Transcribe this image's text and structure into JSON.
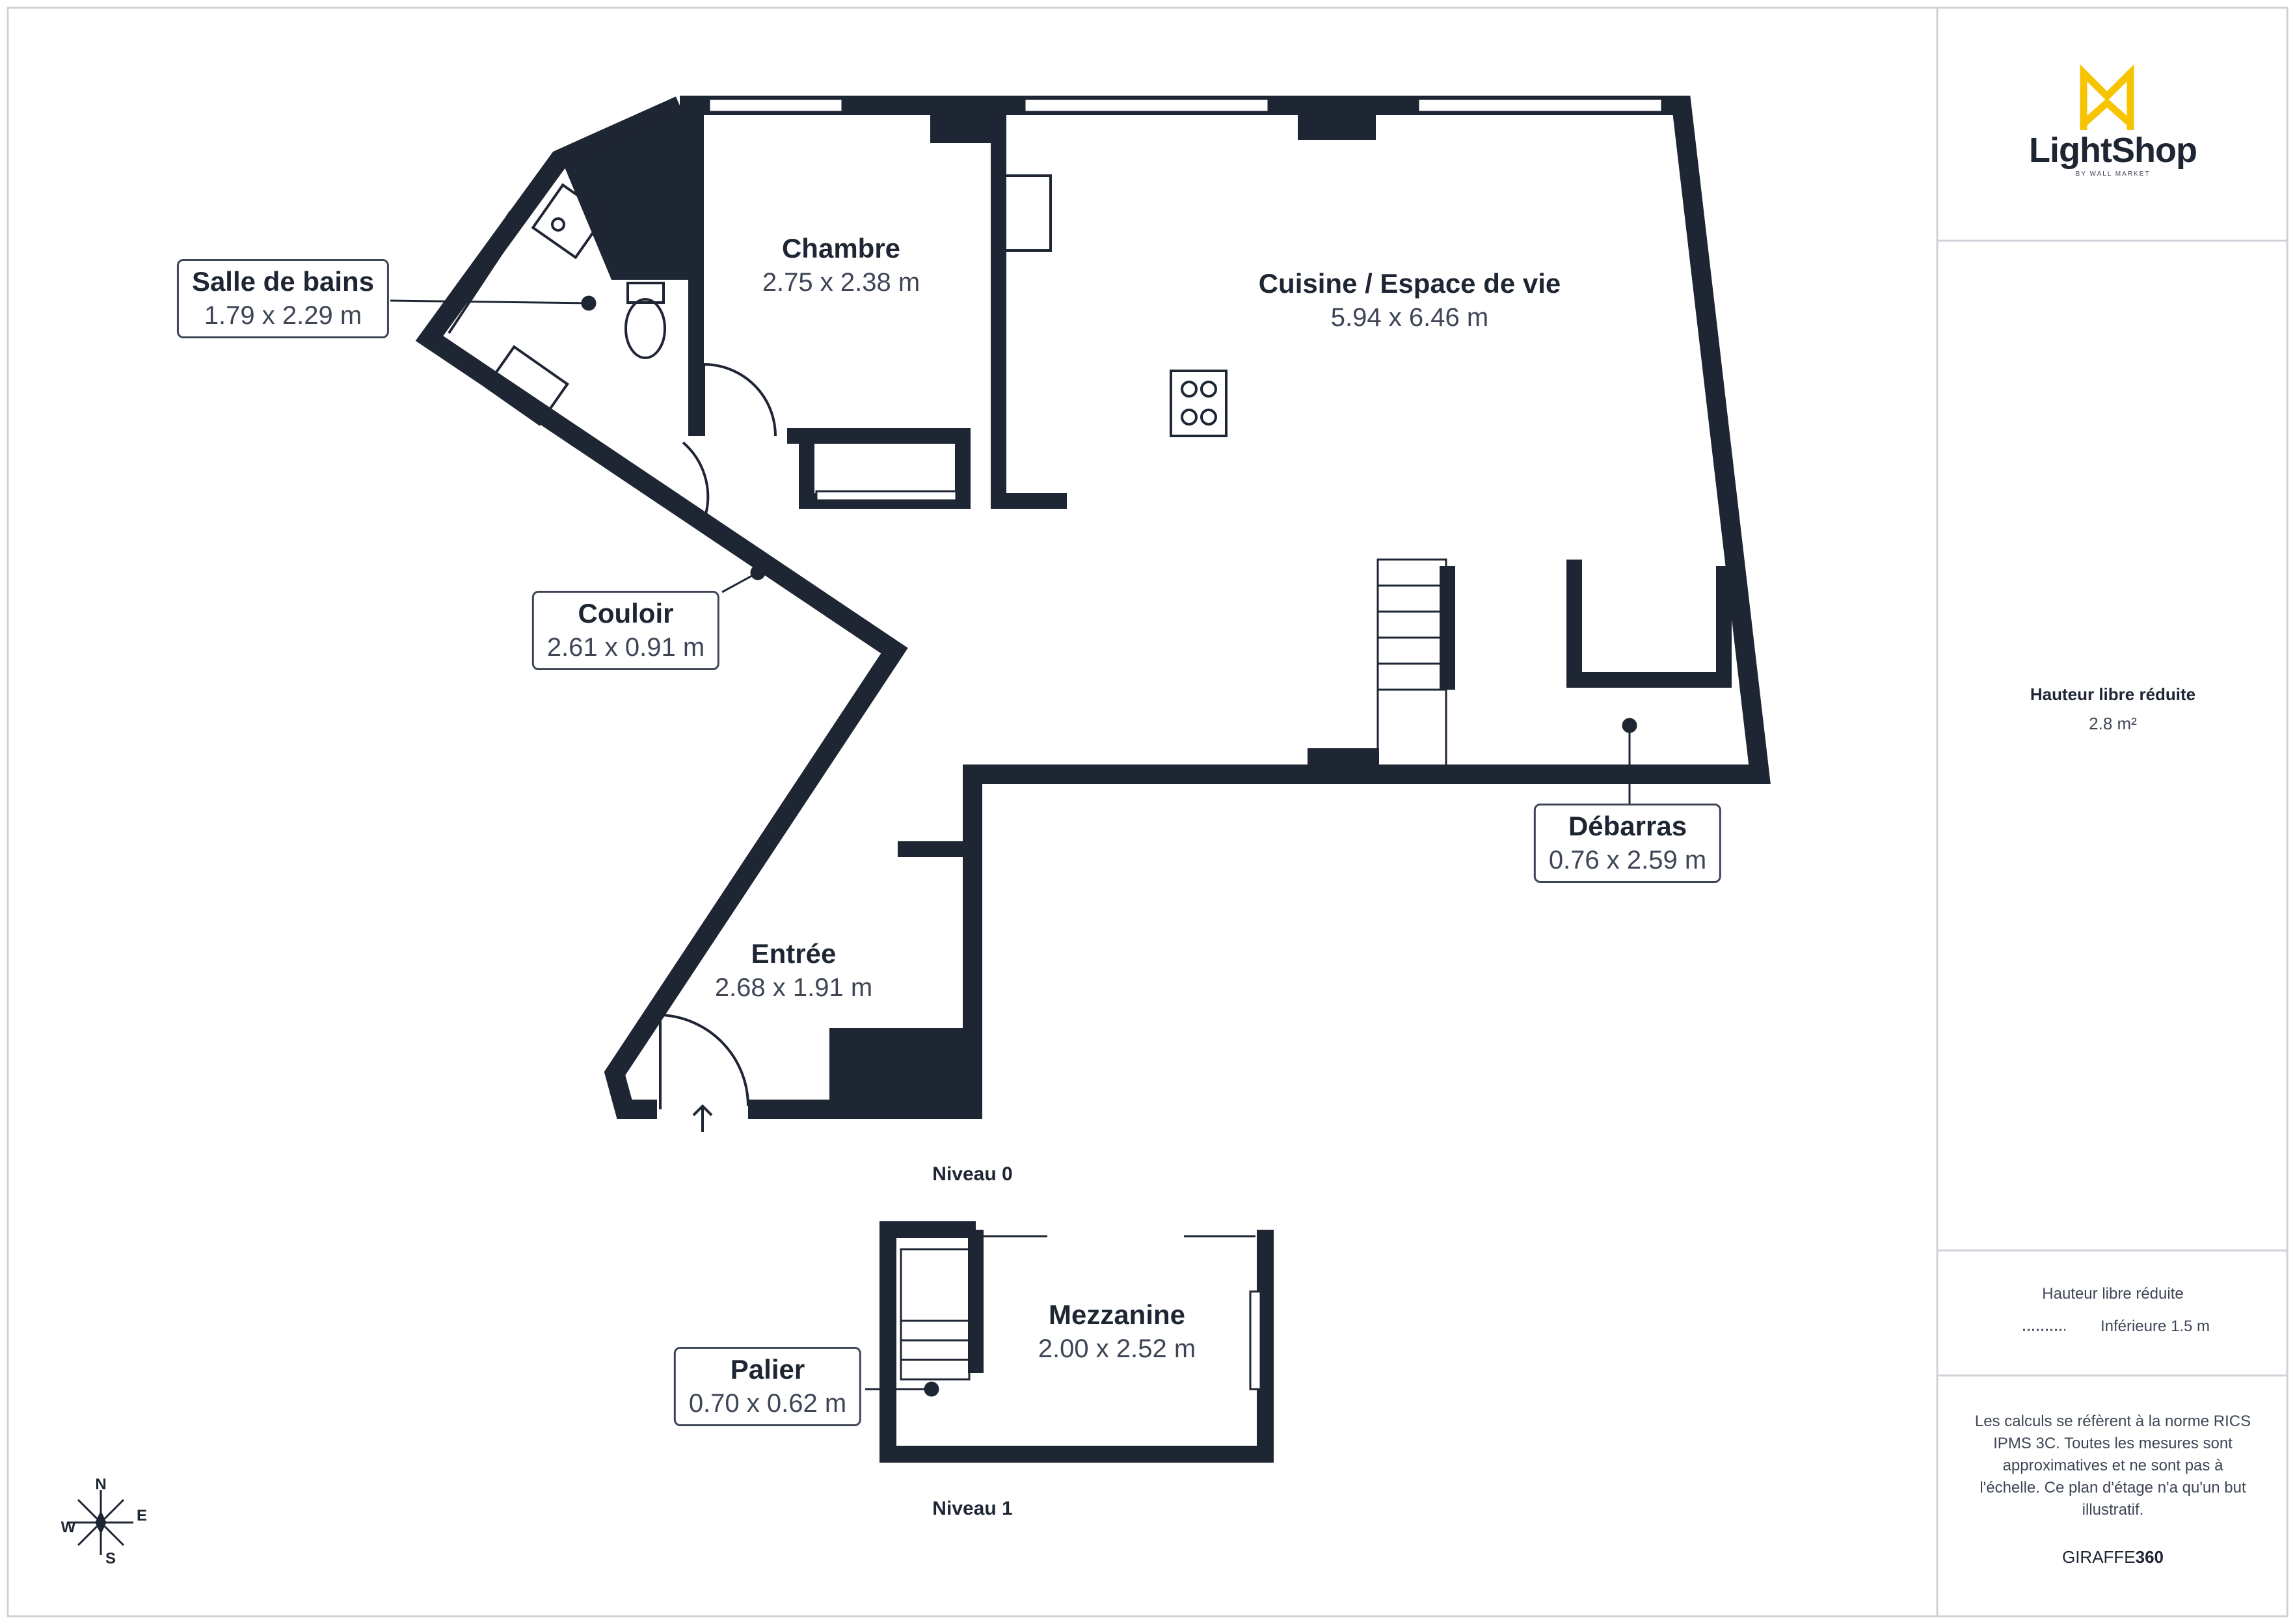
{
  "brand": {
    "logo_text": "LightShop",
    "logo_sub": "BY WALL MARKET",
    "logo_color": "#f6c400",
    "footer_brand_prefix": "GIRAFFE",
    "footer_brand_suffix": "360"
  },
  "colors": {
    "wall": "#1e2533",
    "text": "#1e2533",
    "muted": "#3e4656",
    "border": "#cfd3d9"
  },
  "rooms": {
    "salle_de_bains": {
      "name": "Salle de bains",
      "dim": "1.79 x 2.29 m"
    },
    "chambre": {
      "name": "Chambre",
      "dim": "2.75 x 2.38 m"
    },
    "cuisine": {
      "name": "Cuisine / Espace de vie",
      "dim": "5.94 x 6.46 m"
    },
    "couloir": {
      "name": "Couloir",
      "dim": "2.61 x 0.91 m"
    },
    "debarras": {
      "name": "Débarras",
      "dim": "0.76 x 2.59 m"
    },
    "entree": {
      "name": "Entrée",
      "dim": "2.68 x 1.91 m"
    },
    "mezzanine": {
      "name": "Mezzanine",
      "dim": "2.00 x 2.52 m"
    },
    "palier": {
      "name": "Palier",
      "dim": "0.70 x 0.62 m"
    }
  },
  "levels": {
    "level0": "Niveau 0",
    "level1": "Niveau 1"
  },
  "compass": {
    "n": "N",
    "e": "E",
    "s": "S",
    "w": "W"
  },
  "sidebar": {
    "reduced_title": "Hauteur libre réduite",
    "reduced_value": "2.8 m²",
    "legend_title": "Hauteur libre réduite",
    "legend_item": "Inférieure 1.5 m",
    "note_lines": [
      "Les calculs se réfèrent à la norme RICS",
      "IPMS 3C. Toutes les mesures sont",
      "approximatives et ne sont pas à",
      "l'échelle. Ce plan d'étage n'a qu'un but",
      "illustratif."
    ]
  }
}
